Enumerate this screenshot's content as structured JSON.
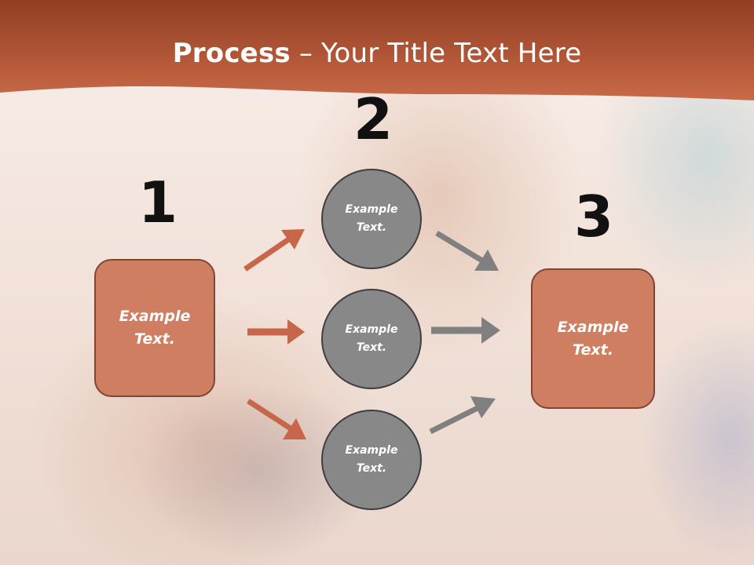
{
  "slide": {
    "title_bold": "Process",
    "title_rest": " – Your Title Text Here"
  },
  "diagram": {
    "numbers": [
      "1",
      "2",
      "3"
    ],
    "left_box": {
      "line1": "Example",
      "line2": "Text."
    },
    "circles": [
      {
        "line1": "Example",
        "line2": "Text."
      },
      {
        "line1": "Example",
        "line2": "Text."
      },
      {
        "line1": "Example",
        "line2": "Text."
      }
    ],
    "right_box": {
      "line1": "Example",
      "line2": "Text."
    },
    "colors": {
      "header": "#b5512f",
      "box_fill": "#cf7e62",
      "box_border": "#7d4636",
      "circle_fill": "#888888",
      "circle_border": "#3e3e3e",
      "arrow_orange": "#c8664a",
      "arrow_gray": "#808080"
    }
  }
}
